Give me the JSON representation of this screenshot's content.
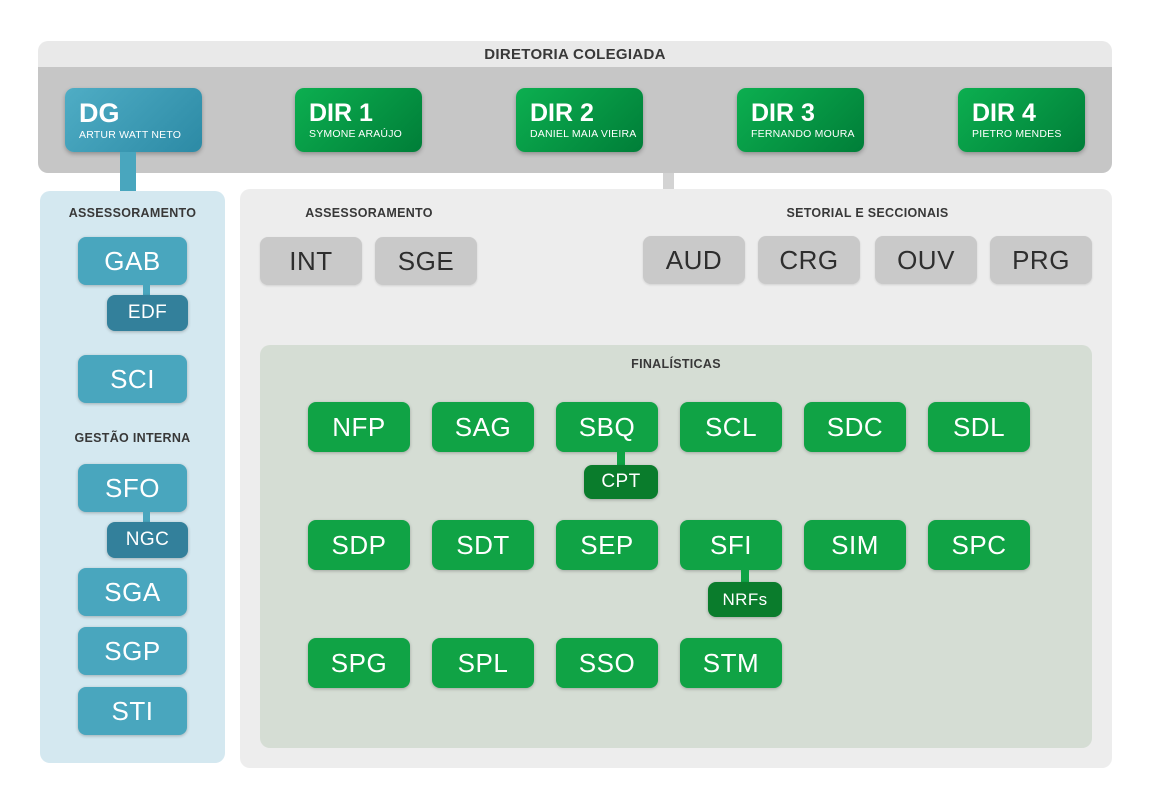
{
  "header": {
    "title": "DIRETORIA COLEGIADA"
  },
  "board": {
    "dg": {
      "code": "DG",
      "name": "ARTUR WATT NETO"
    },
    "dir1": {
      "code": "DIR 1",
      "name": "SYMONE ARAÚJO"
    },
    "dir2": {
      "code": "DIR 2",
      "name": "DANIEL MAIA VIEIRA"
    },
    "dir3": {
      "code": "DIR 3",
      "name": "FERNANDO MOURA"
    },
    "dir4": {
      "code": "DIR 4",
      "name": "PIETRO MENDES"
    }
  },
  "left_column": {
    "section1_label": "ASSESSORAMENTO",
    "gab": "GAB",
    "edf": "EDF",
    "sci": "SCI",
    "section2_label": "GESTÃO INTERNA",
    "sfo": "SFO",
    "ngc": "NGC",
    "sga": "SGA",
    "sgp": "SGP",
    "sti": "STI"
  },
  "right_panel": {
    "assessoramento_label": "ASSESSORAMENTO",
    "assessoramento_units": [
      "INT",
      "SGE"
    ],
    "setorial_label": "SETORIAL E SECCIONAIS",
    "setorial_units": [
      "AUD",
      "CRG",
      "OUV",
      "PRG"
    ],
    "finalisticas": {
      "label": "FINALÍSTICAS",
      "row1": [
        "NFP",
        "SAG",
        "SBQ",
        "SCL",
        "SDC",
        "SDL"
      ],
      "cpt": "CPT",
      "row2": [
        "SDP",
        "SDT",
        "SEP",
        "SFI",
        "SIM",
        "SPC"
      ],
      "nrfs": "NRFs",
      "row3": [
        "SPG",
        "SPL",
        "SSO",
        "STM"
      ]
    }
  },
  "colors": {
    "banner_bg": "#e9e9e9",
    "board_bar_bg": "#c6c6c6",
    "teal_gradient_start": "#4fadc5",
    "teal_gradient_end": "#2c8aa5",
    "green_gradient_start": "#0caf50",
    "green_gradient_end": "#007e38",
    "left_column_bg": "#d4e8f0",
    "teal_unit": "#49a6be",
    "teal_subunit": "#33809b",
    "right_panel_bg": "#ededed",
    "gray_unit": "#c9c9c9",
    "green_panel_bg": "#d5ddd4",
    "green_unit": "#10a345",
    "green_subunit": "#0a7c2c",
    "label_text": "#383838"
  }
}
